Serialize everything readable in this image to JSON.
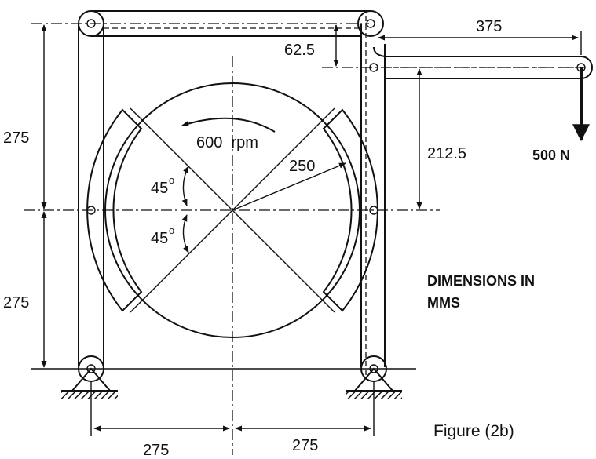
{
  "figure": {
    "caption": "Figure (2b)",
    "note_line1": "DIMENSIONS IN",
    "note_line2": "MMS",
    "speed_label": "600  rpm",
    "load_label": "500 N",
    "radius_label": "250",
    "angle_upper": "45",
    "angle_lower": "45",
    "degree_symbol": "o",
    "dimensions": {
      "upper_height": "275",
      "lower_height": "275",
      "left_span": "275",
      "right_span": "275",
      "lever_length": "375",
      "offset": "62.5",
      "lever_height": "212.5"
    }
  }
}
